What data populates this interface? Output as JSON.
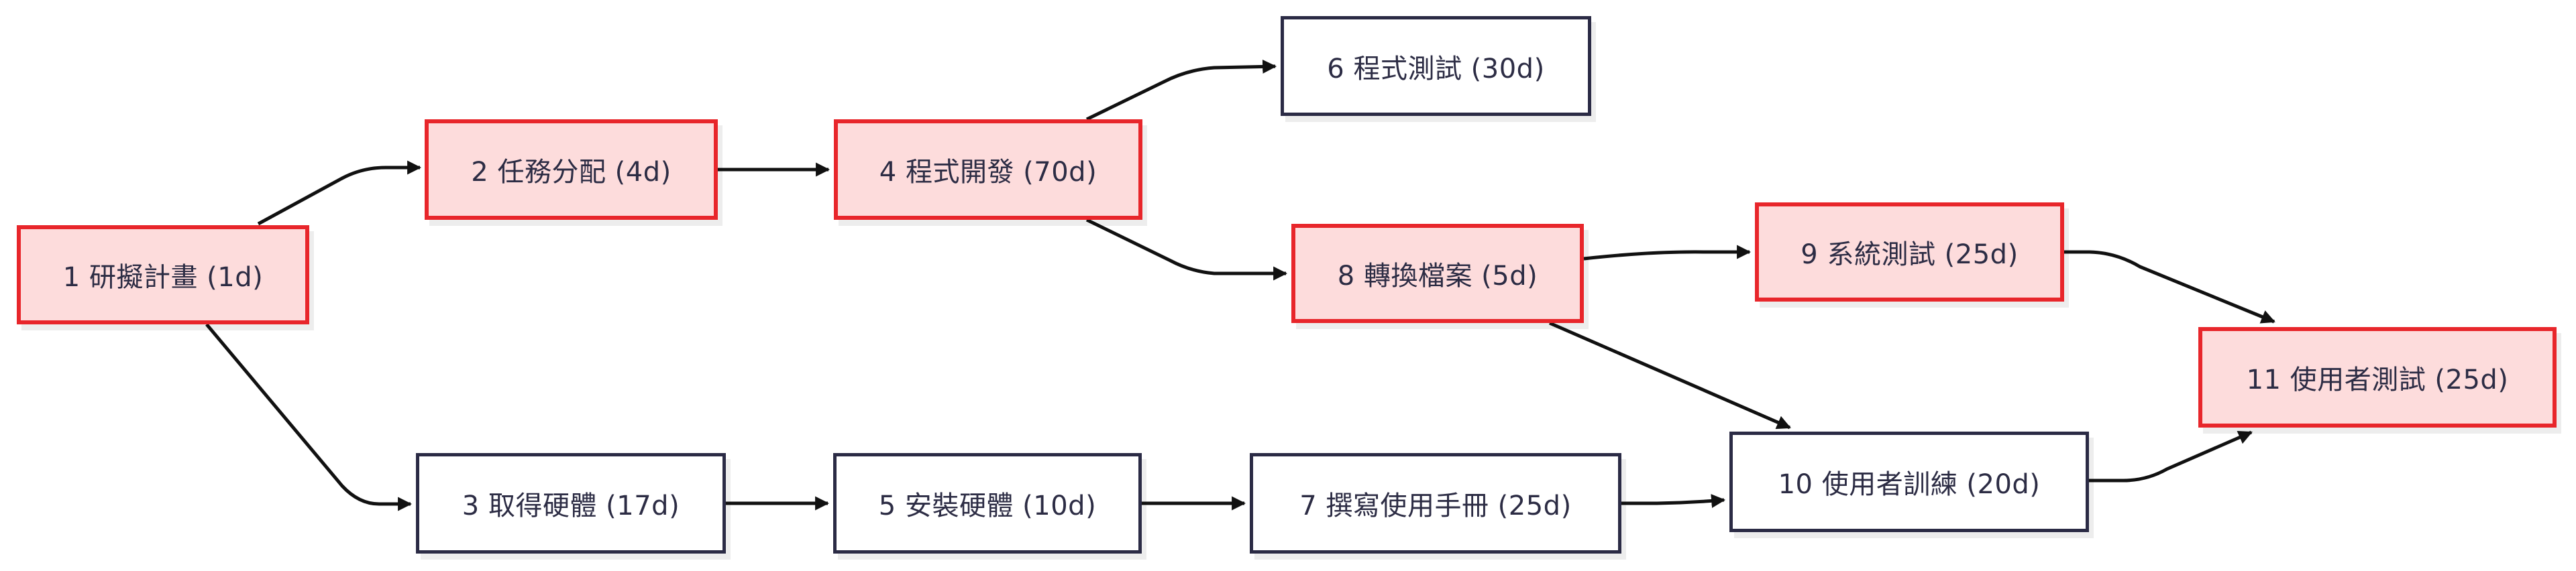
{
  "nodes": [
    {
      "id": "1",
      "label": "1 研擬計畫 (1d)",
      "critical": true
    },
    {
      "id": "2",
      "label": "2 任務分配 (4d)",
      "critical": true
    },
    {
      "id": "3",
      "label": "3 取得硬體 (17d)",
      "critical": false
    },
    {
      "id": "4",
      "label": "4 程式開發 (70d)",
      "critical": true
    },
    {
      "id": "5",
      "label": "5 安裝硬體 (10d)",
      "critical": false
    },
    {
      "id": "6",
      "label": "6 程式測試 (30d)",
      "critical": false
    },
    {
      "id": "7",
      "label": "7 撰寫使用手冊 (25d)",
      "critical": false
    },
    {
      "id": "8",
      "label": "8 轉換檔案 (5d)",
      "critical": true
    },
    {
      "id": "9",
      "label": "9 系統測試 (25d)",
      "critical": true
    },
    {
      "id": "10",
      "label": "10 使用者訓練 (20d)",
      "critical": false
    },
    {
      "id": "11",
      "label": "11 使用者測試 (25d)",
      "critical": true
    }
  ],
  "edges": [
    {
      "from": "1",
      "to": "2"
    },
    {
      "from": "1",
      "to": "3"
    },
    {
      "from": "2",
      "to": "4"
    },
    {
      "from": "3",
      "to": "5"
    },
    {
      "from": "4",
      "to": "6"
    },
    {
      "from": "4",
      "to": "8"
    },
    {
      "from": "5",
      "to": "7"
    },
    {
      "from": "7",
      "to": "10"
    },
    {
      "from": "8",
      "to": "9"
    },
    {
      "from": "8",
      "to": "10"
    },
    {
      "from": "9",
      "to": "11"
    },
    {
      "from": "10",
      "to": "11"
    }
  ],
  "colors": {
    "critical_fill": "#fddcdc",
    "critical_border": "#e8262b",
    "normal_fill": "#ffffff",
    "normal_border": "#2b2b45",
    "edge": "#111111"
  }
}
